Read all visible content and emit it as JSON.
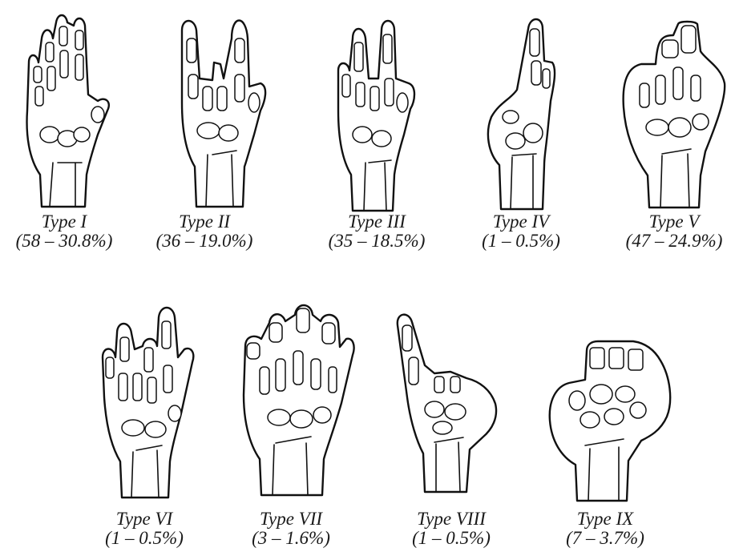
{
  "figure": {
    "types": [
      {
        "label": "Type I",
        "stats": "(58 – 30.8%)"
      },
      {
        "label": "Type II",
        "stats": "(36 – 19.0%)"
      },
      {
        "label": "Type III",
        "stats": "(35 – 18.5%)"
      },
      {
        "label": "Type IV",
        "stats": "(1 – 0.5%)"
      },
      {
        "label": "Type V",
        "stats": "(47 – 24.9%)"
      },
      {
        "label": "Type VI",
        "stats": "(1 – 0.5%)"
      },
      {
        "label": "Type VII",
        "stats": "(3 – 1.6%)"
      },
      {
        "label": "Type VIII",
        "stats": "(1 – 0.5%)"
      },
      {
        "label": "Type IX",
        "stats": "(7 – 3.7%)"
      }
    ]
  }
}
